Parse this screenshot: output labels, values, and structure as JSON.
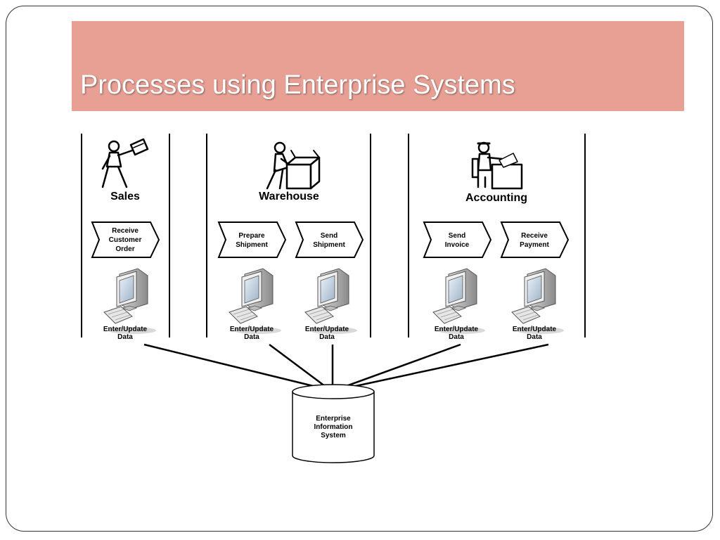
{
  "title": "Processes using Enterprise Systems",
  "departments": [
    {
      "name": "Sales",
      "icon": "walking-person-with-document-icon"
    },
    {
      "name": "Warehouse",
      "icon": "person-with-box-icon"
    },
    {
      "name": "Accounting",
      "icon": "person-at-desk-icon"
    }
  ],
  "processes": [
    {
      "line1": "Receive",
      "line2": "Customer",
      "line3": "Order"
    },
    {
      "line1": "Prepare",
      "line2": "Shipment"
    },
    {
      "line1": "Send",
      "line2": "Shipment"
    },
    {
      "line1": "Send",
      "line2": "Invoice"
    },
    {
      "line1": "Receive",
      "line2": "Payment"
    }
  ],
  "terminals": {
    "line1": "Enter/Update",
    "line2": "Data",
    "icon": "computer-terminal-icon"
  },
  "database": {
    "line1": "Enterprise",
    "line2": "Information",
    "line3": "System",
    "icon": "database-cylinder-icon"
  }
}
